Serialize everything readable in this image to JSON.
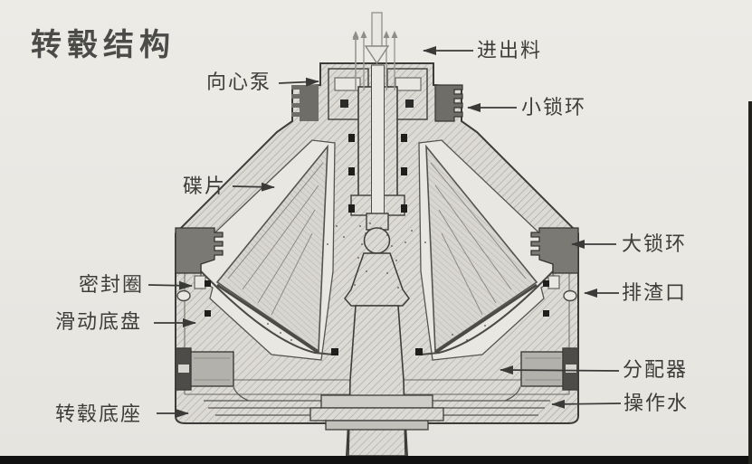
{
  "title": {
    "text": "转毂结构"
  },
  "labels": {
    "centripetal_pump": {
      "text": "向心泵"
    },
    "inlet_outlet": {
      "text": "进出料"
    },
    "small_lock_ring": {
      "text": "小锁环"
    },
    "disc": {
      "text": "碟片"
    },
    "large_lock_ring": {
      "text": "大锁环"
    },
    "seal_ring": {
      "text": "密封圈"
    },
    "slag_outlet": {
      "text": "排渣口"
    },
    "sliding_base_plate": {
      "text": "滑动底盘"
    },
    "distributor": {
      "text": "分配器"
    },
    "drum_base": {
      "text": "转毂底座"
    },
    "operating_water": {
      "text": "操作水"
    }
  },
  "colors": {
    "paper": "#e9e7e2",
    "ink": "#3a3a38",
    "label_text": "#3d3d3b",
    "dark_metal": "#6f6d68",
    "photo_edge": "#111111"
  }
}
